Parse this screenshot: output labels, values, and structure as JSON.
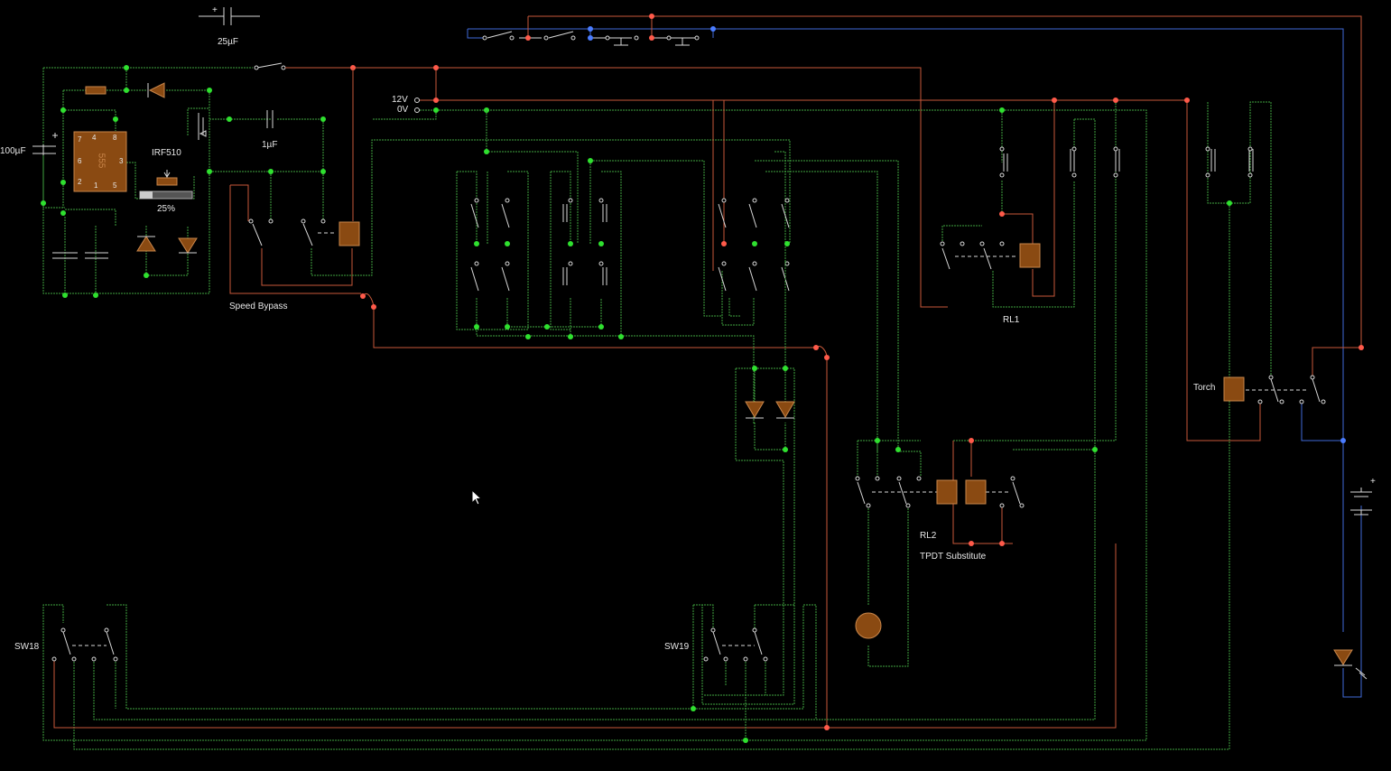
{
  "labels": {
    "cap_25": "25µF",
    "cap_100": "100µF",
    "cap_1": "1µF",
    "ic": "555",
    "mosfet": "IRF510",
    "pot_value": "25%",
    "v12": "12V",
    "v0": "0V",
    "speed_bypass": "Speed Bypass",
    "rl1": "RL1",
    "rl2": "RL2",
    "tpdt": "TPDT Substitute",
    "torch": "Torch",
    "sw18": "SW18",
    "sw19": "SW19",
    "plus": "+",
    "pin7": "7",
    "pin4": "4",
    "pin8": "8",
    "pin6": "6",
    "pin3": "3",
    "pin2": "2",
    "pin1": "1",
    "pin5": "5"
  },
  "colors": {
    "wire_green": "#3fa53f",
    "wire_red": "#c8583a",
    "wire_blue": "#3f6ad8",
    "node_green": "#2fe02f",
    "node_red": "#ff5a4a",
    "component": "#8a4a12",
    "background": "#000000"
  }
}
